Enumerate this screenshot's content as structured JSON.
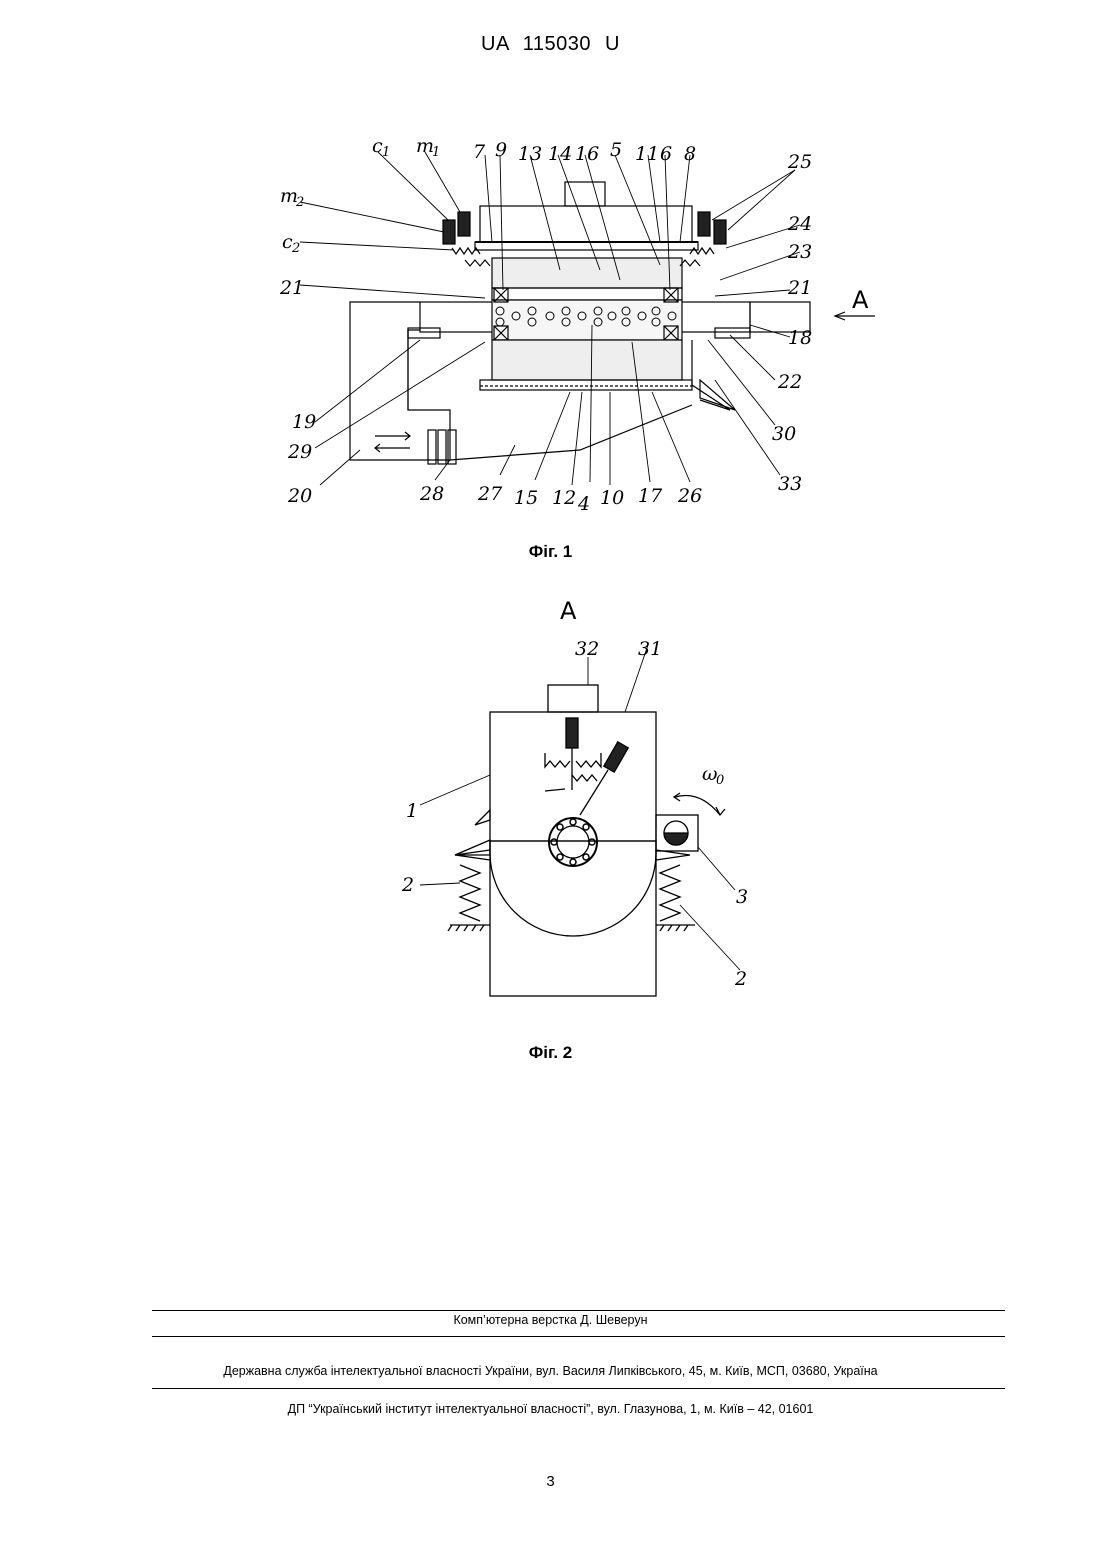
{
  "header": {
    "doc_number": "UA   115030   U"
  },
  "figure1": {
    "caption": "Фіг. 1",
    "view_marker": "А",
    "labels": {
      "c1": "c",
      "c1_sub": "1",
      "m1": "m",
      "m1_sub": "1",
      "m2": "m",
      "m2_sub": "2",
      "c2": "c",
      "c2_sub": "2",
      "top": [
        "7",
        "9",
        "13",
        "14",
        "16",
        "5",
        "11",
        "6",
        "8",
        "25"
      ],
      "right": [
        "24",
        "23",
        "21",
        "18",
        "22",
        "30",
        "33"
      ],
      "left": [
        "21",
        "19",
        "29",
        "20"
      ],
      "bottom": [
        "28",
        "27",
        "15",
        "12",
        "4",
        "10",
        "17",
        "26"
      ]
    }
  },
  "figure2": {
    "caption": "Фіг. 2",
    "view_title": "А",
    "labels": [
      "32",
      "31",
      "1",
      "2",
      "3",
      "2"
    ],
    "omega": "ω",
    "omega_sub": "0"
  },
  "footer": {
    "layout_credit": "Комп’ютерна верстка Д. Шеверун",
    "agency": "Державна служба інтелектуальної власності України, вул. Василя Липківського, 45, м. Київ, МСП, 03680, Україна",
    "institute": "ДП “Український інститут інтелектуальної власності”, вул. Глазунова, 1, м. Київ – 42, 01601"
  },
  "page_number": "3"
}
